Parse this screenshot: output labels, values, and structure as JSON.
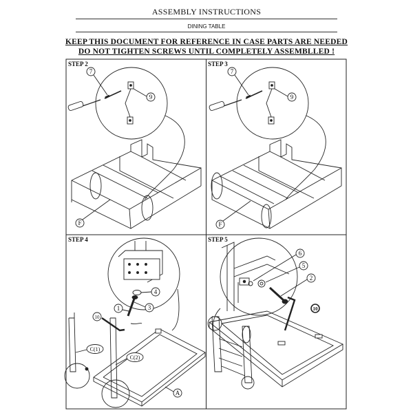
{
  "header": {
    "title": "ASSEMBLY INSTRUCTIONS",
    "subtitle": "DINING TABLE",
    "warning_line1": "KEEP THIS DOCUMENT FOR REFERENCE IN CASE PARTS ARE NEEDED",
    "warning_line2": "DO NOT TIGHTEN SCREWS UNTIL COMPLETELY ASSEMBLLED !"
  },
  "steps": [
    {
      "label": "STEP 2",
      "callouts": [
        "7",
        "9",
        "F"
      ]
    },
    {
      "label": "STEP 3",
      "callouts": [
        "7",
        "9",
        "F"
      ]
    },
    {
      "label": "STEP 4",
      "callouts": [
        "1",
        "3",
        "4",
        "10",
        "C(1)",
        "C(2)",
        "A"
      ]
    },
    {
      "label": "STEP 5",
      "callouts": [
        "6",
        "5",
        "2",
        "10"
      ]
    }
  ]
}
